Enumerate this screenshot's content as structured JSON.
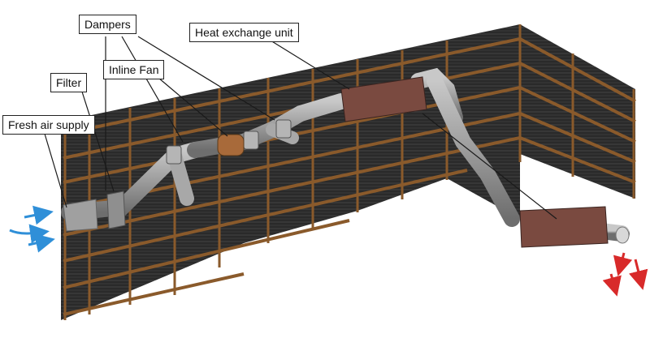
{
  "diagram": {
    "labels": {
      "dampers": "Dampers",
      "heat_exchange": "Heat exchange unit",
      "filter": "Filter",
      "inline_fan": "Inline Fan",
      "fresh_air": "Fresh air supply"
    },
    "colors": {
      "background": "#ffffff",
      "wall_dark": "#2a2a2a",
      "wall_slat": "#3a3a3a",
      "wood_beam": "#8a5a2b",
      "duct": "#9c9c9c",
      "duct_dark": "#6e6e6e",
      "heat_exchanger": "#7a4a40",
      "inline_fan": "#a86a3a",
      "inlet_arrow": "#2f8fd8",
      "exhaust_arrow": "#d82a2a",
      "leader_line": "#1a1a1a"
    },
    "icons": [
      "inlet-arrow-icon",
      "exhaust-arrow-icon"
    ]
  }
}
